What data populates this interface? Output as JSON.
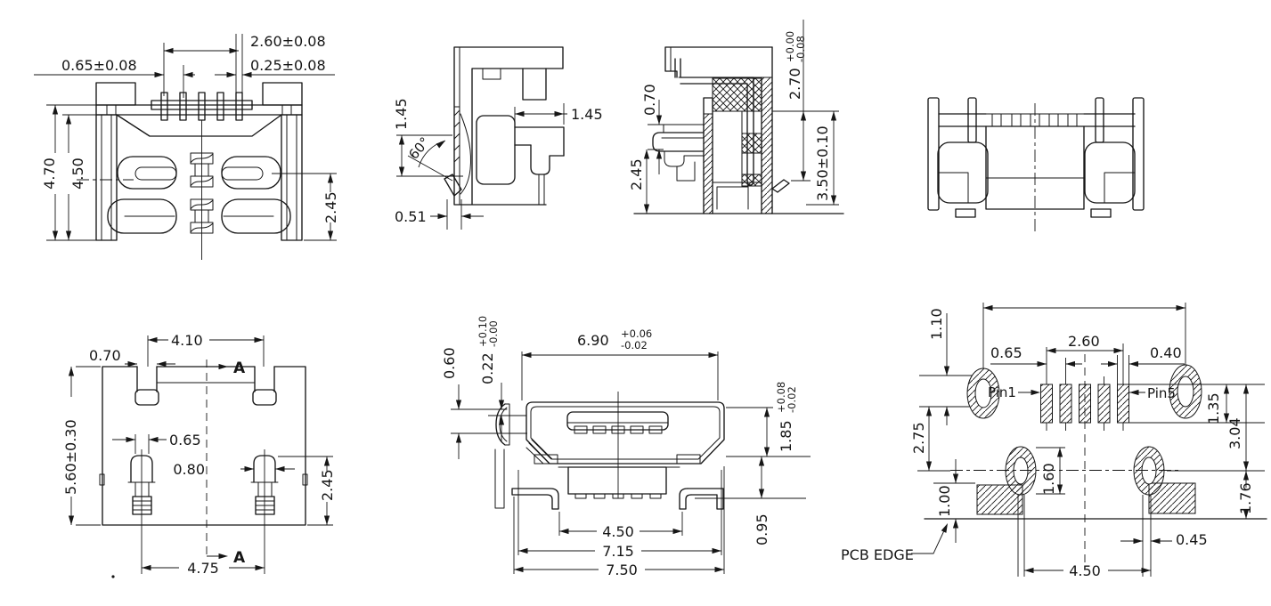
{
  "views": {
    "bottom": {
      "pin_span": "2.60±0.08",
      "pin_width": "0.65±0.08",
      "pin_gap": "0.25±0.08",
      "overall_height": "4.70",
      "inner_height": "4.50",
      "clip_offset": "2.45"
    },
    "side": {
      "tip_height": "1.45",
      "chamfer_angle": "60°",
      "tab_depth": "1.45",
      "shell_thickness": "0.51"
    },
    "section": {
      "step": "0.70",
      "contact_depth": "2.45",
      "cavity_main": "2.70",
      "cavity_tol_plus": "+0.00",
      "cavity_tol_minus": "-0.08",
      "overall": "3.50±0.10"
    },
    "top": {
      "slot_span": "4.10",
      "slot_width": "0.70",
      "depth": "5.60±0.30",
      "tab_left": "0.65",
      "tab_right": "0.80",
      "tab_offset": "2.45",
      "tab_span": "4.75",
      "section_label": "A"
    },
    "front": {
      "shell_main": "6.90",
      "shell_tol_plus": "+0.06",
      "shell_tol_minus": "-0.02",
      "flange_offset": "0.60",
      "flange_main": "0.22",
      "flange_tol_plus": "+0.10",
      "flange_tol_minus": "-0.00",
      "opening_main": "1.85",
      "opening_tol_plus": "+0.08",
      "opening_tol_minus": "-0.02",
      "standoff": "0.95",
      "span_inner": "4.50",
      "span_mid": "7.15",
      "span_outer": "7.50"
    },
    "pcb": {
      "row_offset": "1.10",
      "pin_span": "2.60",
      "pin_pitch": "0.65",
      "pad_width": "0.40",
      "row_pitch": "2.75",
      "pad_height": "1.35",
      "total_height": "3.04",
      "block_height": "1.00",
      "hole_height": "1.60",
      "hole_to_edge": "1.76",
      "slot_width": "0.45",
      "hole_span": "4.50",
      "pin1": "Pin1",
      "pin5": "Pin5",
      "pcb_edge": "PCB EDGE"
    }
  },
  "colors": {
    "line": "#161616",
    "text": "#161616",
    "background": "#ffffff"
  }
}
